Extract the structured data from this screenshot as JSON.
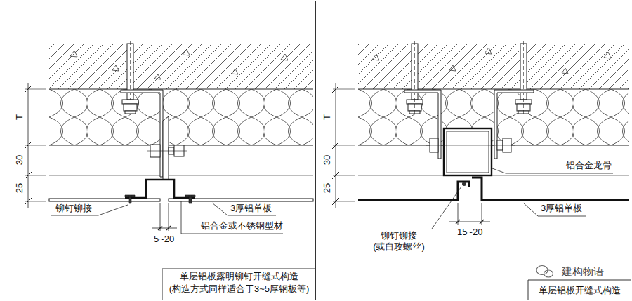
{
  "diagram": {
    "nodes": [
      {
        "text": [
          "单层铝板露明铆钉开缝式构造 (构造方式同样适合于3~5厚钢板等)"
        ]
      },
      {
        "text": [
          "单层铝板开缝式构造"
        ]
      }
    ],
    "labels": [
      "T",
      "30",
      "25",
      "铆钉铆接",
      "3厚铝单板",
      "铝合金或不锈钢型材",
      "5~20",
      "T",
      "30",
      "25",
      "铝合金龙骨",
      "3厚铝单板",
      "铆钉铆接 (或自攻螺丝)",
      "15~20",
      "建构物语"
    ]
  }
}
